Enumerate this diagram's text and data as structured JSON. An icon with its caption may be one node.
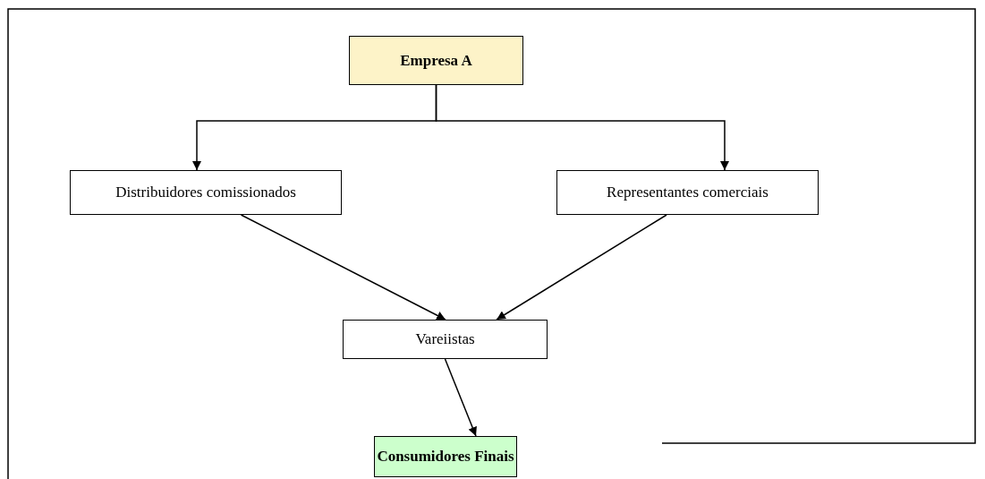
{
  "diagram": {
    "nodes": [
      {
        "text": [
          "Empresa A"
        ]
      },
      {
        "text": [
          "Distribuidores comissionados"
        ]
      },
      {
        "text": [
          "Representantes comerciais"
        ]
      },
      {
        "text": [
          "Vareiistas"
        ]
      },
      {
        "text": [
          "Consumidores Finais"
        ]
      }
    ],
    "edges": [
      {
        "from": 0,
        "to": 1,
        "arrow": "to"
      },
      {
        "from": 0,
        "to": 2,
        "arrow": "to"
      },
      {
        "from": 1,
        "to": 3,
        "arrow": "to"
      },
      {
        "from": 2,
        "to": 3,
        "arrow": "to"
      },
      {
        "from": 3,
        "to": 4,
        "arrow": "to"
      }
    ]
  }
}
